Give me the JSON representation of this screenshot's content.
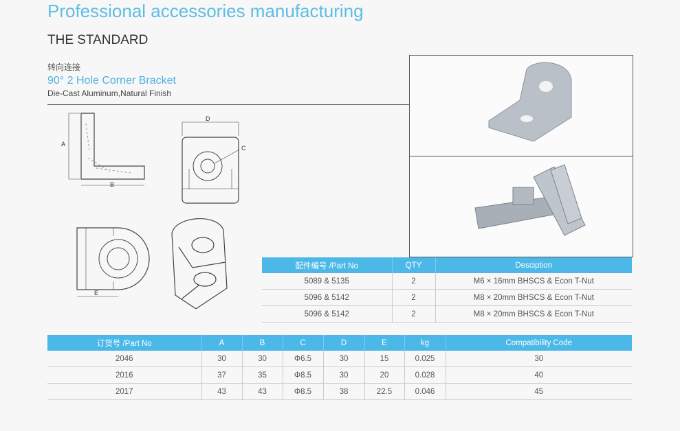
{
  "header": {
    "title": "Professional accessories manufacturing",
    "subtitle": "THE STANDARD"
  },
  "product": {
    "category_cn": "转向连接",
    "name": "90°   2 Hole Corner Bracket",
    "material": "Die-Cast Aluminum,Natural Finish"
  },
  "drawing_labels": {
    "a": "A",
    "b": "B",
    "c": "C",
    "d": "D",
    "e": "E"
  },
  "hardware_table": {
    "headers": [
      "配件编号 /Part No",
      "QTY",
      "Desciption"
    ],
    "rows": [
      [
        "5089 & 5135",
        "2",
        "M6 × 16mm BHSCS & Econ T-Nut"
      ],
      [
        "5096 & 5142",
        "2",
        "M8 × 20mm BHSCS & Econ T-Nut"
      ],
      [
        "5096 & 5142",
        "2",
        "M8 × 20mm BHSCS & Econ T-Nut"
      ]
    ]
  },
  "spec_table": {
    "headers": [
      "订货号 /Part No",
      "A",
      "B",
      "C",
      "D",
      "E",
      "kg",
      "Compatibility Code"
    ],
    "rows": [
      [
        "2046",
        "30",
        "30",
        "Φ6.5",
        "30",
        "15",
        "0.025",
        "30"
      ],
      [
        "2016",
        "37",
        "35",
        "Φ8.5",
        "30",
        "20",
        "0.028",
        "40"
      ],
      [
        "2017",
        "43",
        "43",
        "Φ8.5",
        "38",
        "22.5",
        "0.046",
        "45"
      ]
    ]
  },
  "colors": {
    "accent": "#4cb8e8"
  }
}
